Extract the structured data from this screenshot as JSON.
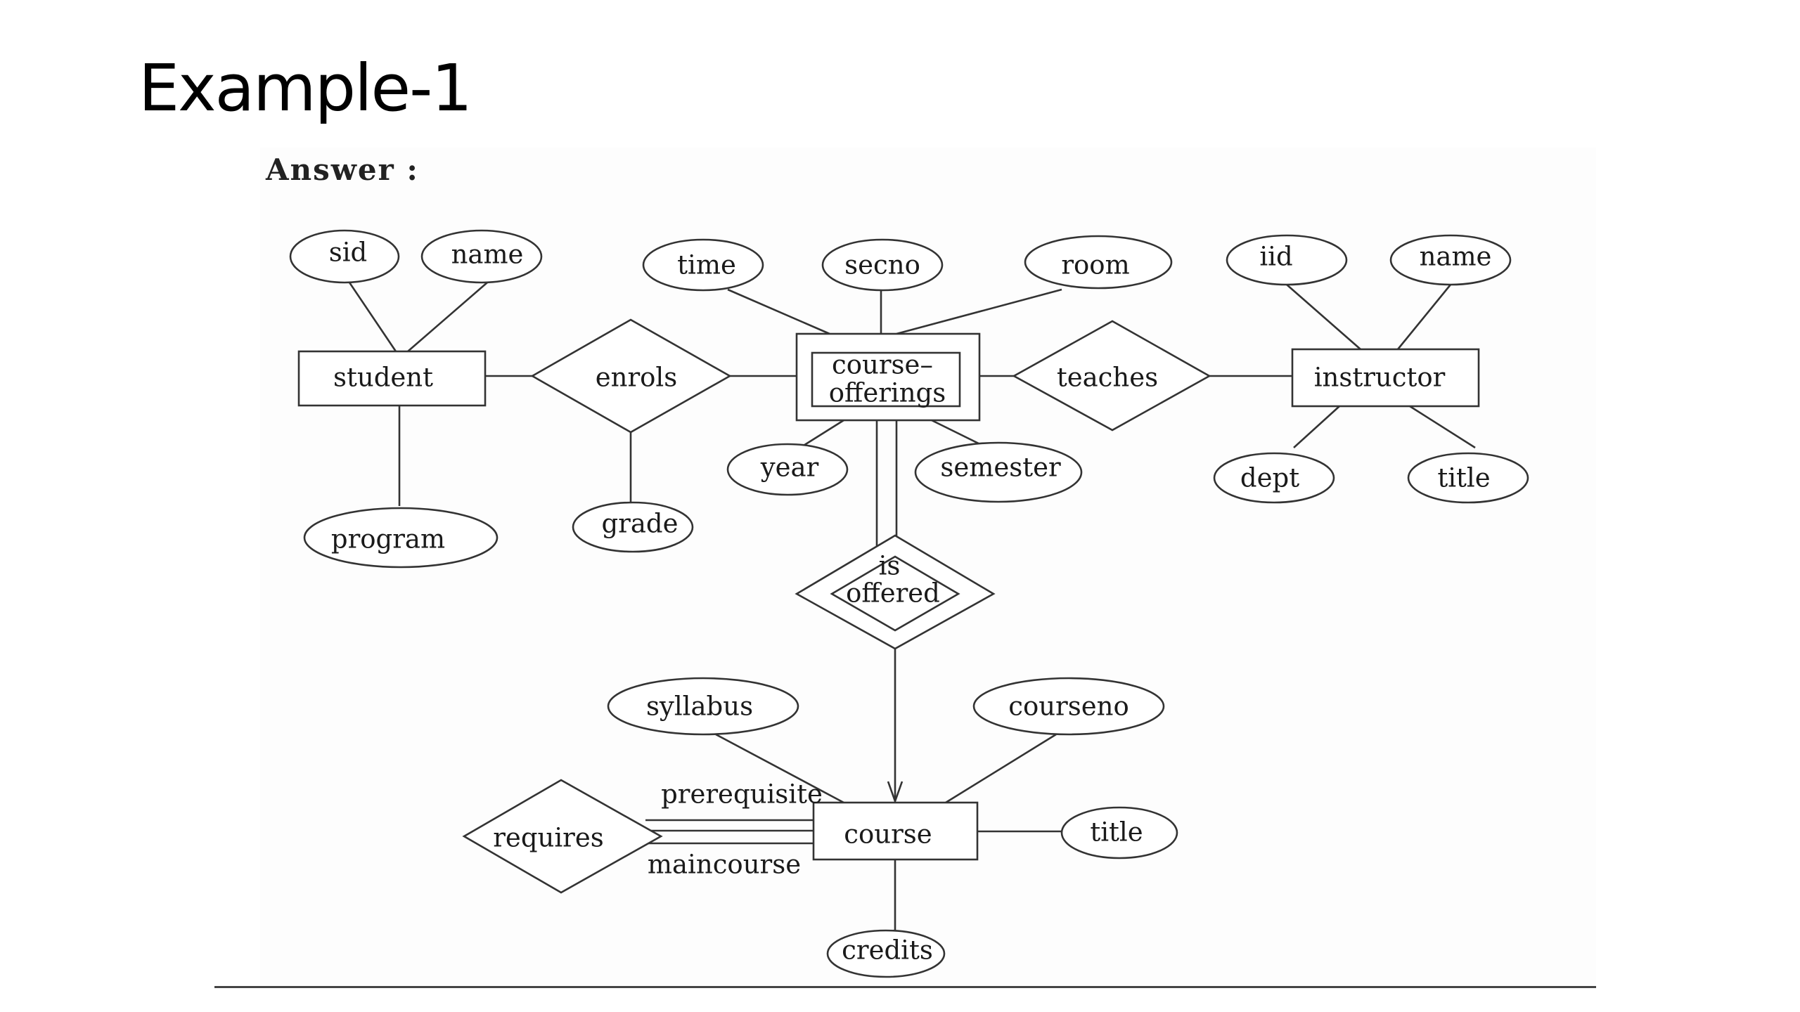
{
  "slide": {
    "title": "Example-1"
  },
  "figure": {
    "answer_label": "Answer :"
  },
  "diagram": {
    "entities": {
      "student": "student",
      "course_offerings_line1": "course–",
      "course_offerings_line2": "offerings",
      "instructor": "instructor",
      "course": "course"
    },
    "relationships": {
      "enrols": "enrols",
      "teaches": "teaches",
      "is_offered_line1": "is",
      "is_offered_line2": "offered",
      "requires": "requires"
    },
    "attributes": {
      "student_sid": "sid",
      "student_name": "name",
      "student_program": "program",
      "enrols_grade": "grade",
      "offering_time": "time",
      "offering_secno": "secno",
      "offering_room": "room",
      "offering_year": "year",
      "offering_semester": "semester",
      "instructor_iid": "iid",
      "instructor_name": "name",
      "instructor_dept": "dept",
      "instructor_title": "title",
      "course_syllabus": "syllabus",
      "course_courseno": "courseno",
      "course_title": "title",
      "course_credits": "credits"
    },
    "roles": {
      "prerequisite": "prerequisite",
      "maincourse": "maincourse"
    }
  }
}
